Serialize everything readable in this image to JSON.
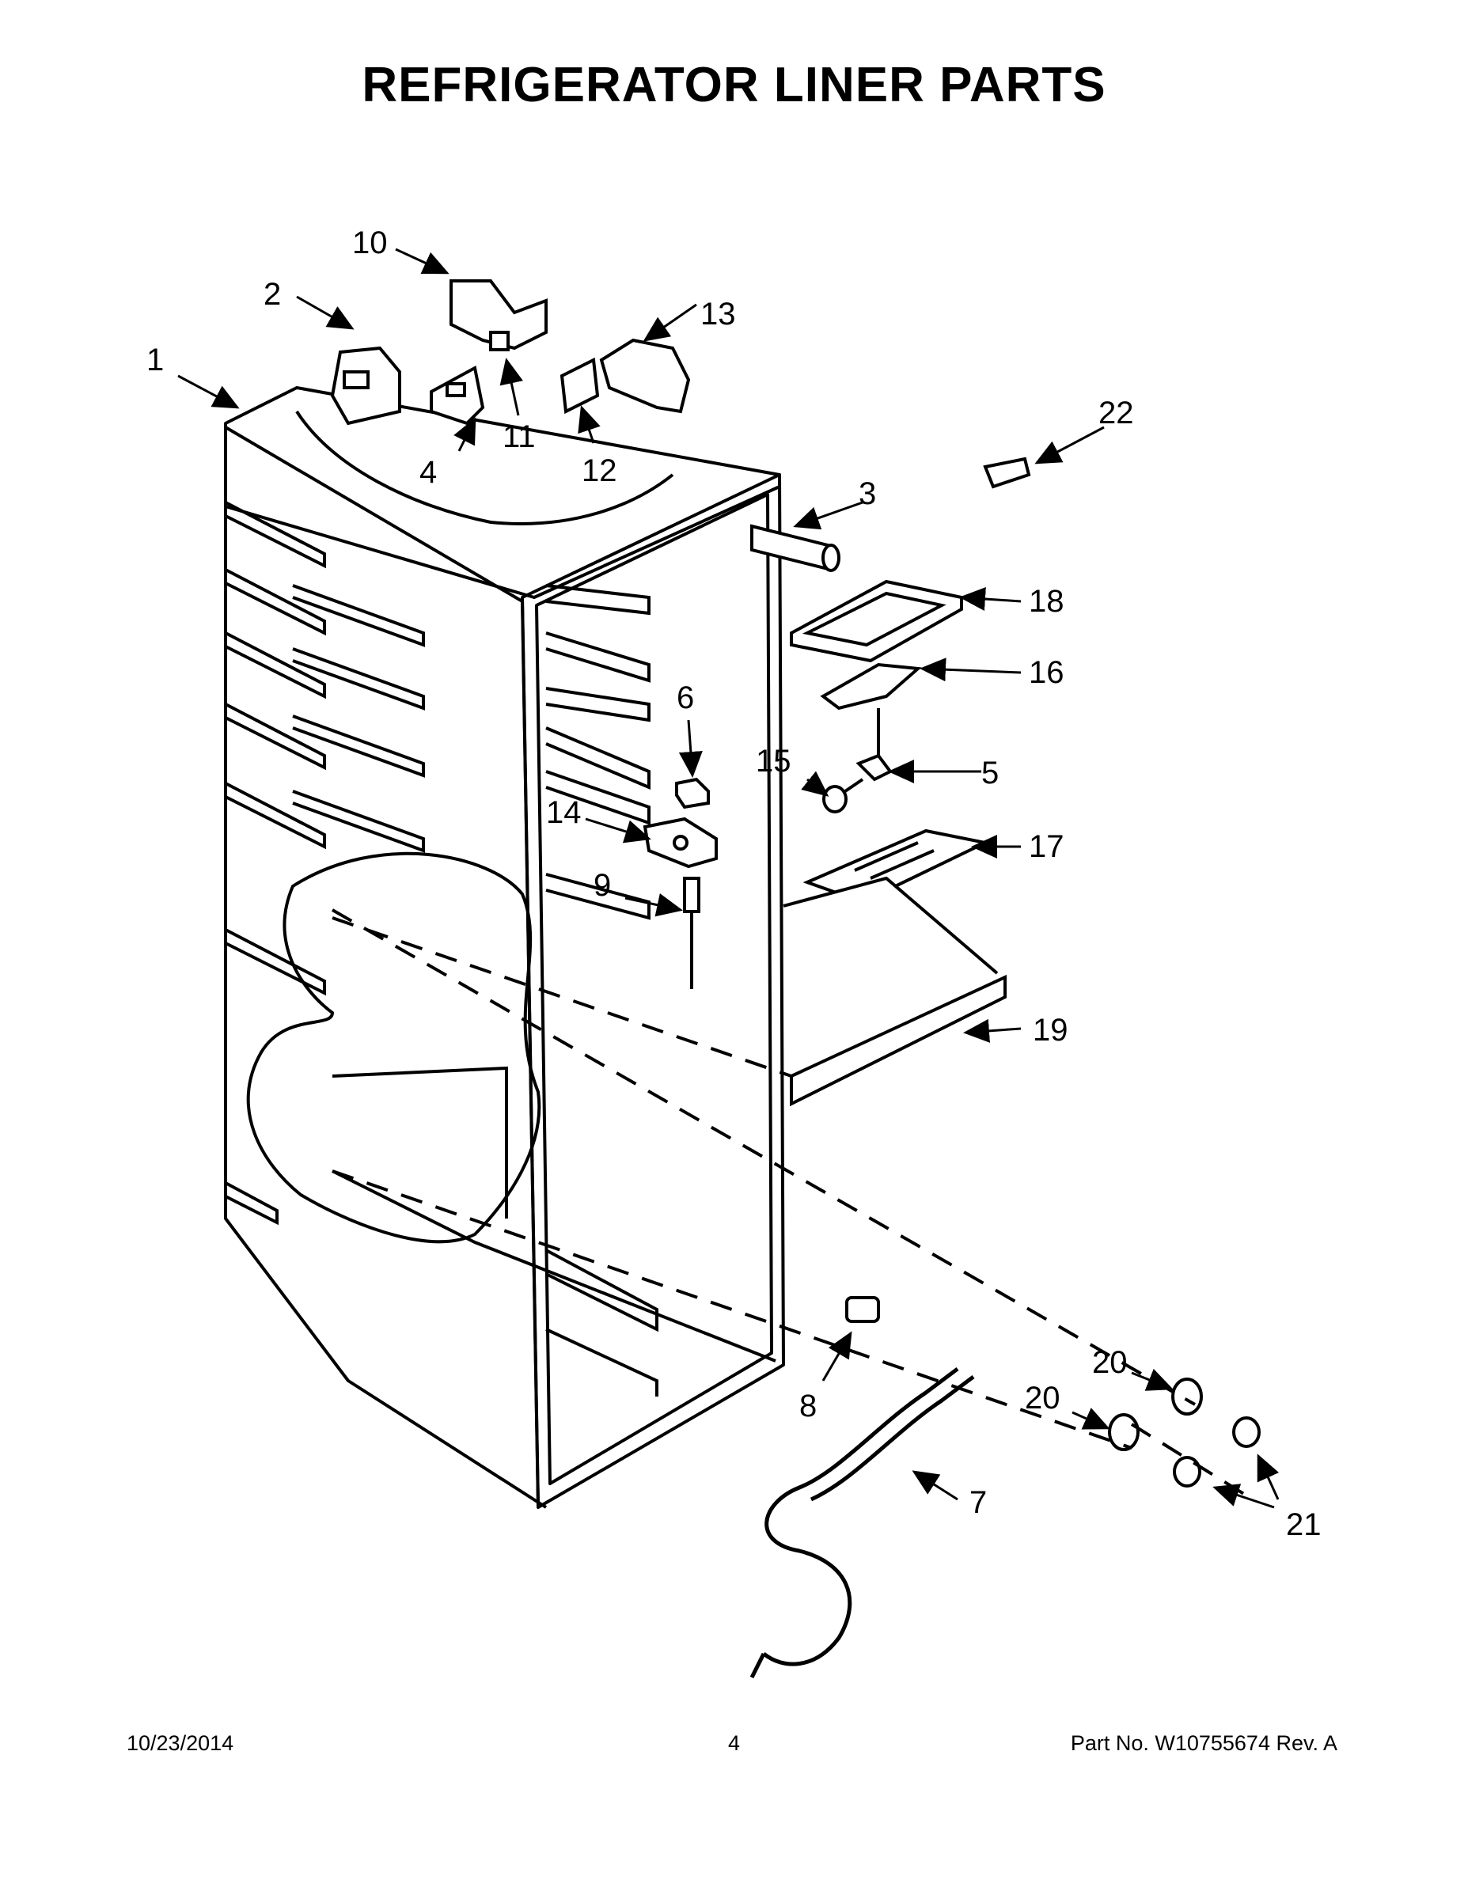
{
  "title": "REFRIGERATOR LINER PARTS",
  "callouts": {
    "c1": "1",
    "c2": "2",
    "c3": "3",
    "c4": "4",
    "c5": "5",
    "c6": "6",
    "c7": "7",
    "c8": "8",
    "c9": "9",
    "c10": "10",
    "c11": "11",
    "c12": "12",
    "c13": "13",
    "c14": "14",
    "c15": "15",
    "c16": "16",
    "c17": "17",
    "c18": "18",
    "c19": "19",
    "c20": "20",
    "c21": "21",
    "c22": "22"
  },
  "footer": {
    "date": "10/23/2014",
    "page": "4",
    "part_no": "Part No.  W10755674  Rev.  A"
  }
}
